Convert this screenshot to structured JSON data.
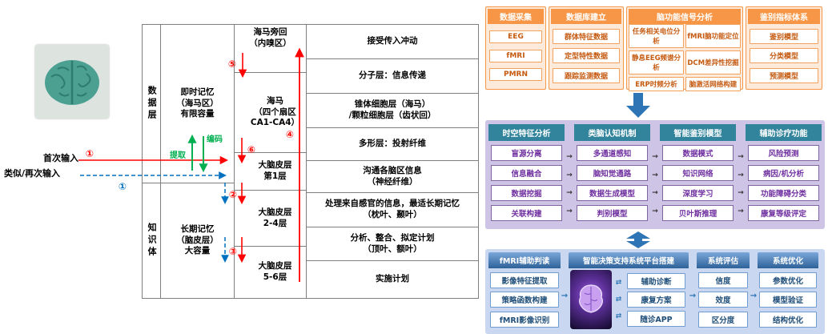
{
  "palette": {
    "arrow_red": "#ff0000",
    "arrow_blue": "#0070c0",
    "arrow_green": "#00b050",
    "orange_header": "#f79646",
    "orange_item_text": "#c55a11",
    "teal_header": "#31849b",
    "purple_item_text": "#7030a0",
    "lavender_section_bg": "#cdc4e6",
    "blue_header": "#2e6299",
    "blue_section_bg": "#c9d7f0",
    "section_arrow_blue": "#2e75b6"
  },
  "icons": {
    "flow_arrow": "→",
    "exchange_arrow": "⇄",
    "brain_photo": "brain-photo",
    "platform_brain": "brain-glow-image"
  },
  "left": {
    "labels": {
      "first_input": "首次输入",
      "repeat_input": "类似/再次输入",
      "encode": "编码",
      "retrieve": "提取"
    },
    "steps": {
      "s1_red": "①",
      "s1_blue": "①",
      "s2": "②",
      "s3": "③",
      "s4": "④",
      "s5": "⑤",
      "s6": "⑥"
    },
    "table": {
      "layer_top": "数据层",
      "layer_bottom": "知识体",
      "memory_top": "即时记忆\n（海马区）\n有限容量",
      "memory_bottom": "长期记忆\n（脑皮层）\n大容量",
      "regions": [
        "海马旁回\n（内嗅区）",
        "海马\n（四个扇区\nCA1-CA4）",
        "大脑皮层\n第1层",
        "大脑皮层\n2-4层",
        "大脑皮层\n5-6层"
      ],
      "functions": [
        "接受传入冲动",
        "分子层：信息传递",
        "锥体细胞层（海马）\n/颗粒细胞层（齿状回）",
        "多形层：投射纤维",
        "沟通各脑区信息\n（神经纤维）",
        "处理来自感官的信息，最适长期记忆\n（枕叶、颞叶）",
        "分析、整合、拟定计划\n（顶叶、额叶）",
        "实施计划"
      ]
    }
  },
  "right": {
    "top_row": [
      {
        "title": "数据采集",
        "items": [
          "EEG",
          "fMRI",
          "PMRN"
        ]
      },
      {
        "title": "数据库建立",
        "items": [
          "群体特征数据",
          "定型特性数据",
          "跟踪监测数据"
        ]
      },
      {
        "title": "脑功能信号分析",
        "items": [
          "任务相关电位分析",
          "fMRI脑功能定位",
          "静息EEG频谱分析",
          "DCM差异性挖掘",
          "ERP时频分析",
          "脑激活网络构建"
        ]
      },
      {
        "title": "鉴别指标体系",
        "items": [
          "鉴别模型",
          "分类模型",
          "预测模型"
        ]
      }
    ],
    "middle_row": [
      {
        "title": "时空特征分析",
        "items": [
          "盲源分离",
          "信息融合",
          "数据挖掘",
          "关联构建"
        ]
      },
      {
        "title": "类脑认知机制",
        "items": [
          "多通道感知",
          "脑知觉通路",
          "数据生成模型",
          "判别模型"
        ]
      },
      {
        "title": "智能鉴别模型",
        "items": [
          "数据模式",
          "知识网络",
          "深度学习",
          "贝叶斯推理"
        ]
      },
      {
        "title": "辅助诊疗功能",
        "items": [
          "风险预测",
          "病因/机分析",
          "功能障碍分类",
          "康复等级评定"
        ]
      }
    ],
    "bottom_row": [
      {
        "title": "fMRI辅助判读",
        "items": [
          "影像特征提取",
          "策略函数构建",
          "fMRI影像识别"
        ]
      },
      {
        "title": "智能决策支持系统平台搭建",
        "items": [
          "辅助诊断",
          "康复方案",
          "随诊APP"
        ]
      },
      {
        "title": "系统评估",
        "items": [
          "信度",
          "效度",
          "区分度"
        ]
      },
      {
        "title": "系统优化",
        "items": [
          "参数优化",
          "模型验证",
          "结构优化"
        ]
      }
    ]
  }
}
